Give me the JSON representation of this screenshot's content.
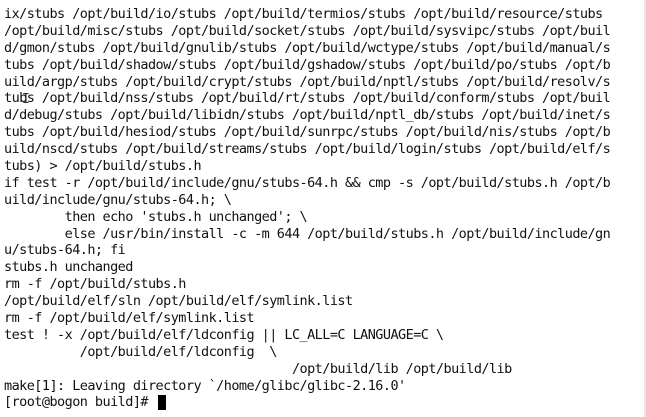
{
  "terminal": {
    "lines": [
      "ix/stubs /opt/build/io/stubs /opt/build/termios/stubs /opt/build/resource/stubs",
      "/opt/build/misc/stubs /opt/build/socket/stubs /opt/build/sysvipc/stubs /opt/buil",
      "d/gmon/stubs /opt/build/gnulib/stubs /opt/build/wctype/stubs /opt/build/manual/s",
      "tubs /opt/build/shadow/stubs /opt/build/gshadow/stubs /opt/build/po/stubs /opt/b",
      "uild/argp/stubs /opt/build/crypt/stubs /opt/build/nptl/stubs /opt/build/resolv/s",
      "tubs /opt/build/nss/stubs /opt/build/rt/stubs /opt/build/conform/stubs /opt/buil",
      "d/debug/stubs /opt/build/libidn/stubs /opt/build/nptl_db/stubs /opt/build/inet/s",
      "tubs /opt/build/hesiod/stubs /opt/build/sunrpc/stubs /opt/build/nis/stubs /opt/b",
      "uild/nscd/stubs /opt/build/streams/stubs /opt/build/login/stubs /opt/build/elf/s",
      "tubs) > /opt/build/stubs.h",
      "if test -r /opt/build/include/gnu/stubs-64.h && cmp -s /opt/build/stubs.h /opt/b",
      "uild/include/gnu/stubs-64.h; \\",
      "        then echo 'stubs.h unchanged'; \\",
      "        else /usr/bin/install -c -m 644 /opt/build/stubs.h /opt/build/include/gn",
      "u/stubs-64.h; fi",
      "stubs.h unchanged",
      "rm -f /opt/build/stubs.h",
      "/opt/build/elf/sln /opt/build/elf/symlink.list",
      "rm -f /opt/build/elf/symlink.list",
      "test ! -x /opt/build/elf/ldconfig || LC_ALL=C LANGUAGE=C \\",
      "          /opt/build/elf/ldconfig  \\",
      "                                      /opt/build/lib /opt/build/lib",
      "make[1]: Leaving directory `/home/glibc/glibc-2.16.0'"
    ],
    "prompt": "[root@bogon build]# "
  }
}
